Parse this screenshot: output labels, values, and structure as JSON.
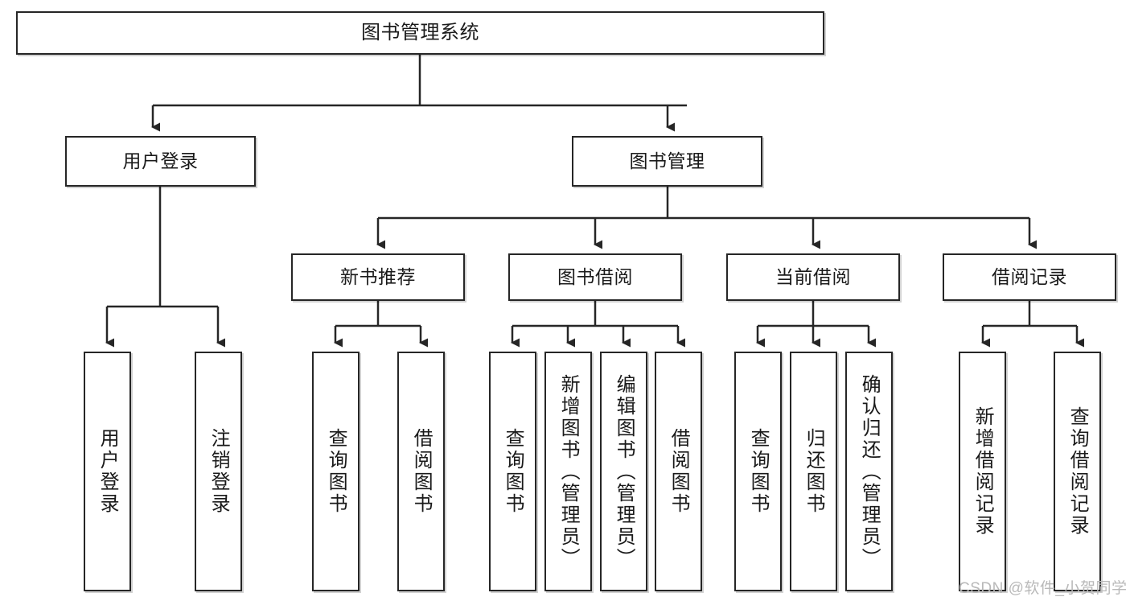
{
  "diagram": {
    "title": "图书管理系统",
    "watermark": "CSDN @软件_小贺同学",
    "colors": {
      "border": "#262626",
      "text": "#1a1a1a",
      "background": "#ffffff",
      "watermark": "#b9b9b9"
    },
    "nodes": {
      "root": {
        "label": "图书管理系统"
      },
      "level2": [
        {
          "id": "user-login",
          "label": "用户登录"
        },
        {
          "id": "book-management",
          "label": "图书管理"
        }
      ],
      "level3": [
        {
          "id": "new-book-recommend",
          "label": "新书推荐"
        },
        {
          "id": "book-borrow",
          "label": "图书借阅"
        },
        {
          "id": "current-borrow",
          "label": "当前借阅"
        },
        {
          "id": "borrow-record",
          "label": "借阅记录"
        }
      ],
      "leaves": {
        "user_login": [
          {
            "id": "leaf-user-login",
            "label": "用户登录"
          },
          {
            "id": "leaf-logout-login",
            "label": "注销登录"
          }
        ],
        "new_book_recommend": [
          {
            "id": "leaf-query-book-1",
            "label": "查询图书"
          },
          {
            "id": "leaf-borrow-book-1",
            "label": "借阅图书"
          }
        ],
        "book_borrow": [
          {
            "id": "leaf-query-book-2",
            "label": "查询图书"
          },
          {
            "id": "leaf-add-book",
            "label": "新增图书（管理员）"
          },
          {
            "id": "leaf-edit-book",
            "label": "编辑图书（管理员）"
          },
          {
            "id": "leaf-borrow-book-2",
            "label": "借阅图书"
          }
        ],
        "current_borrow": [
          {
            "id": "leaf-query-book-3",
            "label": "查询图书"
          },
          {
            "id": "leaf-return-book",
            "label": "归还图书"
          },
          {
            "id": "leaf-confirm-return",
            "label": "确认归还（管理员）"
          }
        ],
        "borrow_record": [
          {
            "id": "leaf-add-record",
            "label": "新增借阅记录"
          },
          {
            "id": "leaf-query-record",
            "label": "查询借阅记录"
          }
        ]
      }
    }
  }
}
